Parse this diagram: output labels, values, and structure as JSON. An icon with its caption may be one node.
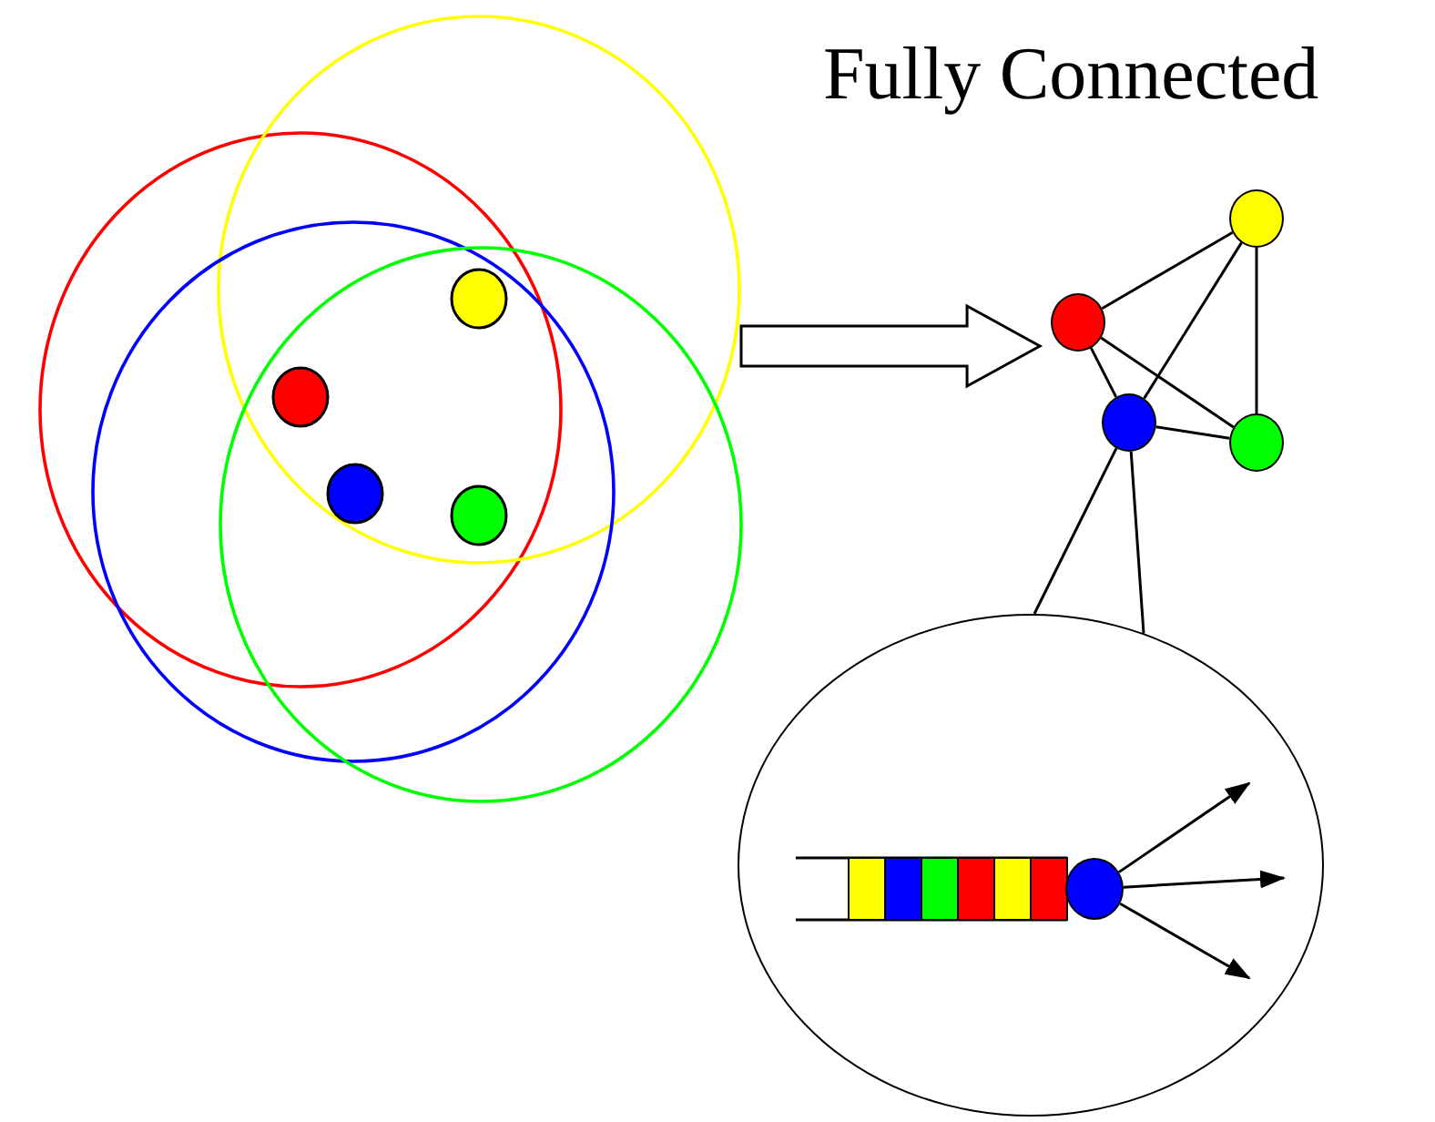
{
  "diagram": {
    "title": "Fully Connected",
    "nodes": [
      {
        "text": [],
        "shape": "circle"
      },
      {
        "text": [],
        "shape": "circle"
      },
      {
        "text": [],
        "shape": "circle"
      },
      {
        "text": [],
        "shape": "circle"
      },
      {
        "text": [],
        "shape": "circle"
      },
      {
        "text": [],
        "shape": "circle",
        "in": 4
      }
    ],
    "edges": [
      {
        "from": null,
        "to": 0,
        "arrow": "to",
        "style": "thick"
      },
      {
        "from": 0,
        "to": 1,
        "arrow": "none"
      },
      {
        "from": 0,
        "to": 2,
        "arrow": "none"
      },
      {
        "from": 0,
        "to": 3,
        "arrow": "none"
      },
      {
        "from": 1,
        "to": 2,
        "arrow": "none"
      },
      {
        "from": 1,
        "to": 3,
        "arrow": "none"
      },
      {
        "from": 2,
        "to": 3,
        "arrow": "none"
      },
      {
        "from": 4,
        "to": 2,
        "arrow": "none"
      },
      {
        "from": 5,
        "to": null,
        "arrow": "to"
      },
      {
        "from": 5,
        "to": null,
        "arrow": "to"
      },
      {
        "from": 5,
        "to": null,
        "arrow": "to"
      }
    ]
  }
}
